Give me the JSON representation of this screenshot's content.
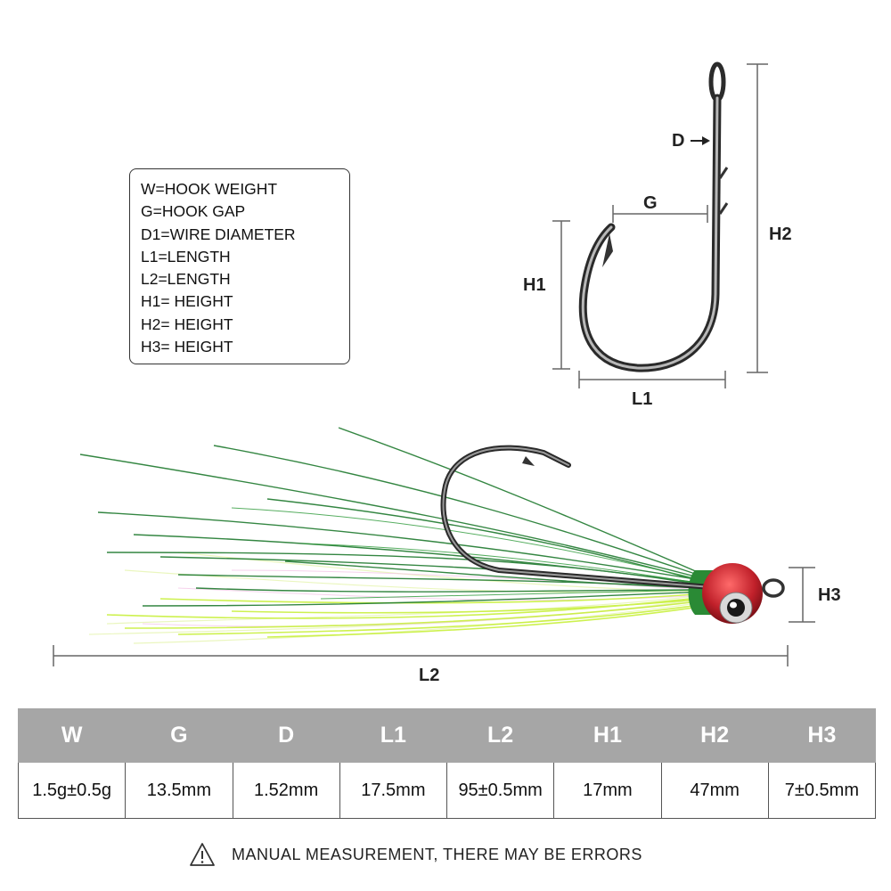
{
  "legend": {
    "items": [
      "W=HOOK WEIGHT",
      "G=HOOK GAP",
      "D1=WIRE DIAMETER",
      "L1=LENGTH",
      "L2=LENGTH",
      "H1= HEIGHT",
      "H2= HEIGHT",
      "H3= HEIGHT"
    ]
  },
  "diagram": {
    "labels": {
      "d": "D",
      "g": "G",
      "h1": "H1",
      "h2": "H2",
      "l1": "L1",
      "h3": "H3",
      "l2": "L2"
    }
  },
  "colors": {
    "table_header_bg": "#a6a6a6",
    "fly_green": "#1f7a2e",
    "fly_chartreuse": "#c8f03c",
    "head_red": "#c0202a"
  },
  "table": {
    "headers": [
      "W",
      "G",
      "D",
      "L1",
      "L2",
      "H1",
      "H2",
      "H3"
    ],
    "values": [
      "1.5g±0.5g",
      "13.5mm",
      "1.52mm",
      "17.5mm",
      "95±0.5mm",
      "17mm",
      "47mm",
      "7±0.5mm"
    ]
  },
  "disclaimer": {
    "icon": "warning-triangle-icon",
    "text": "MANUAL MEASUREMENT, THERE MAY BE ERRORS"
  }
}
